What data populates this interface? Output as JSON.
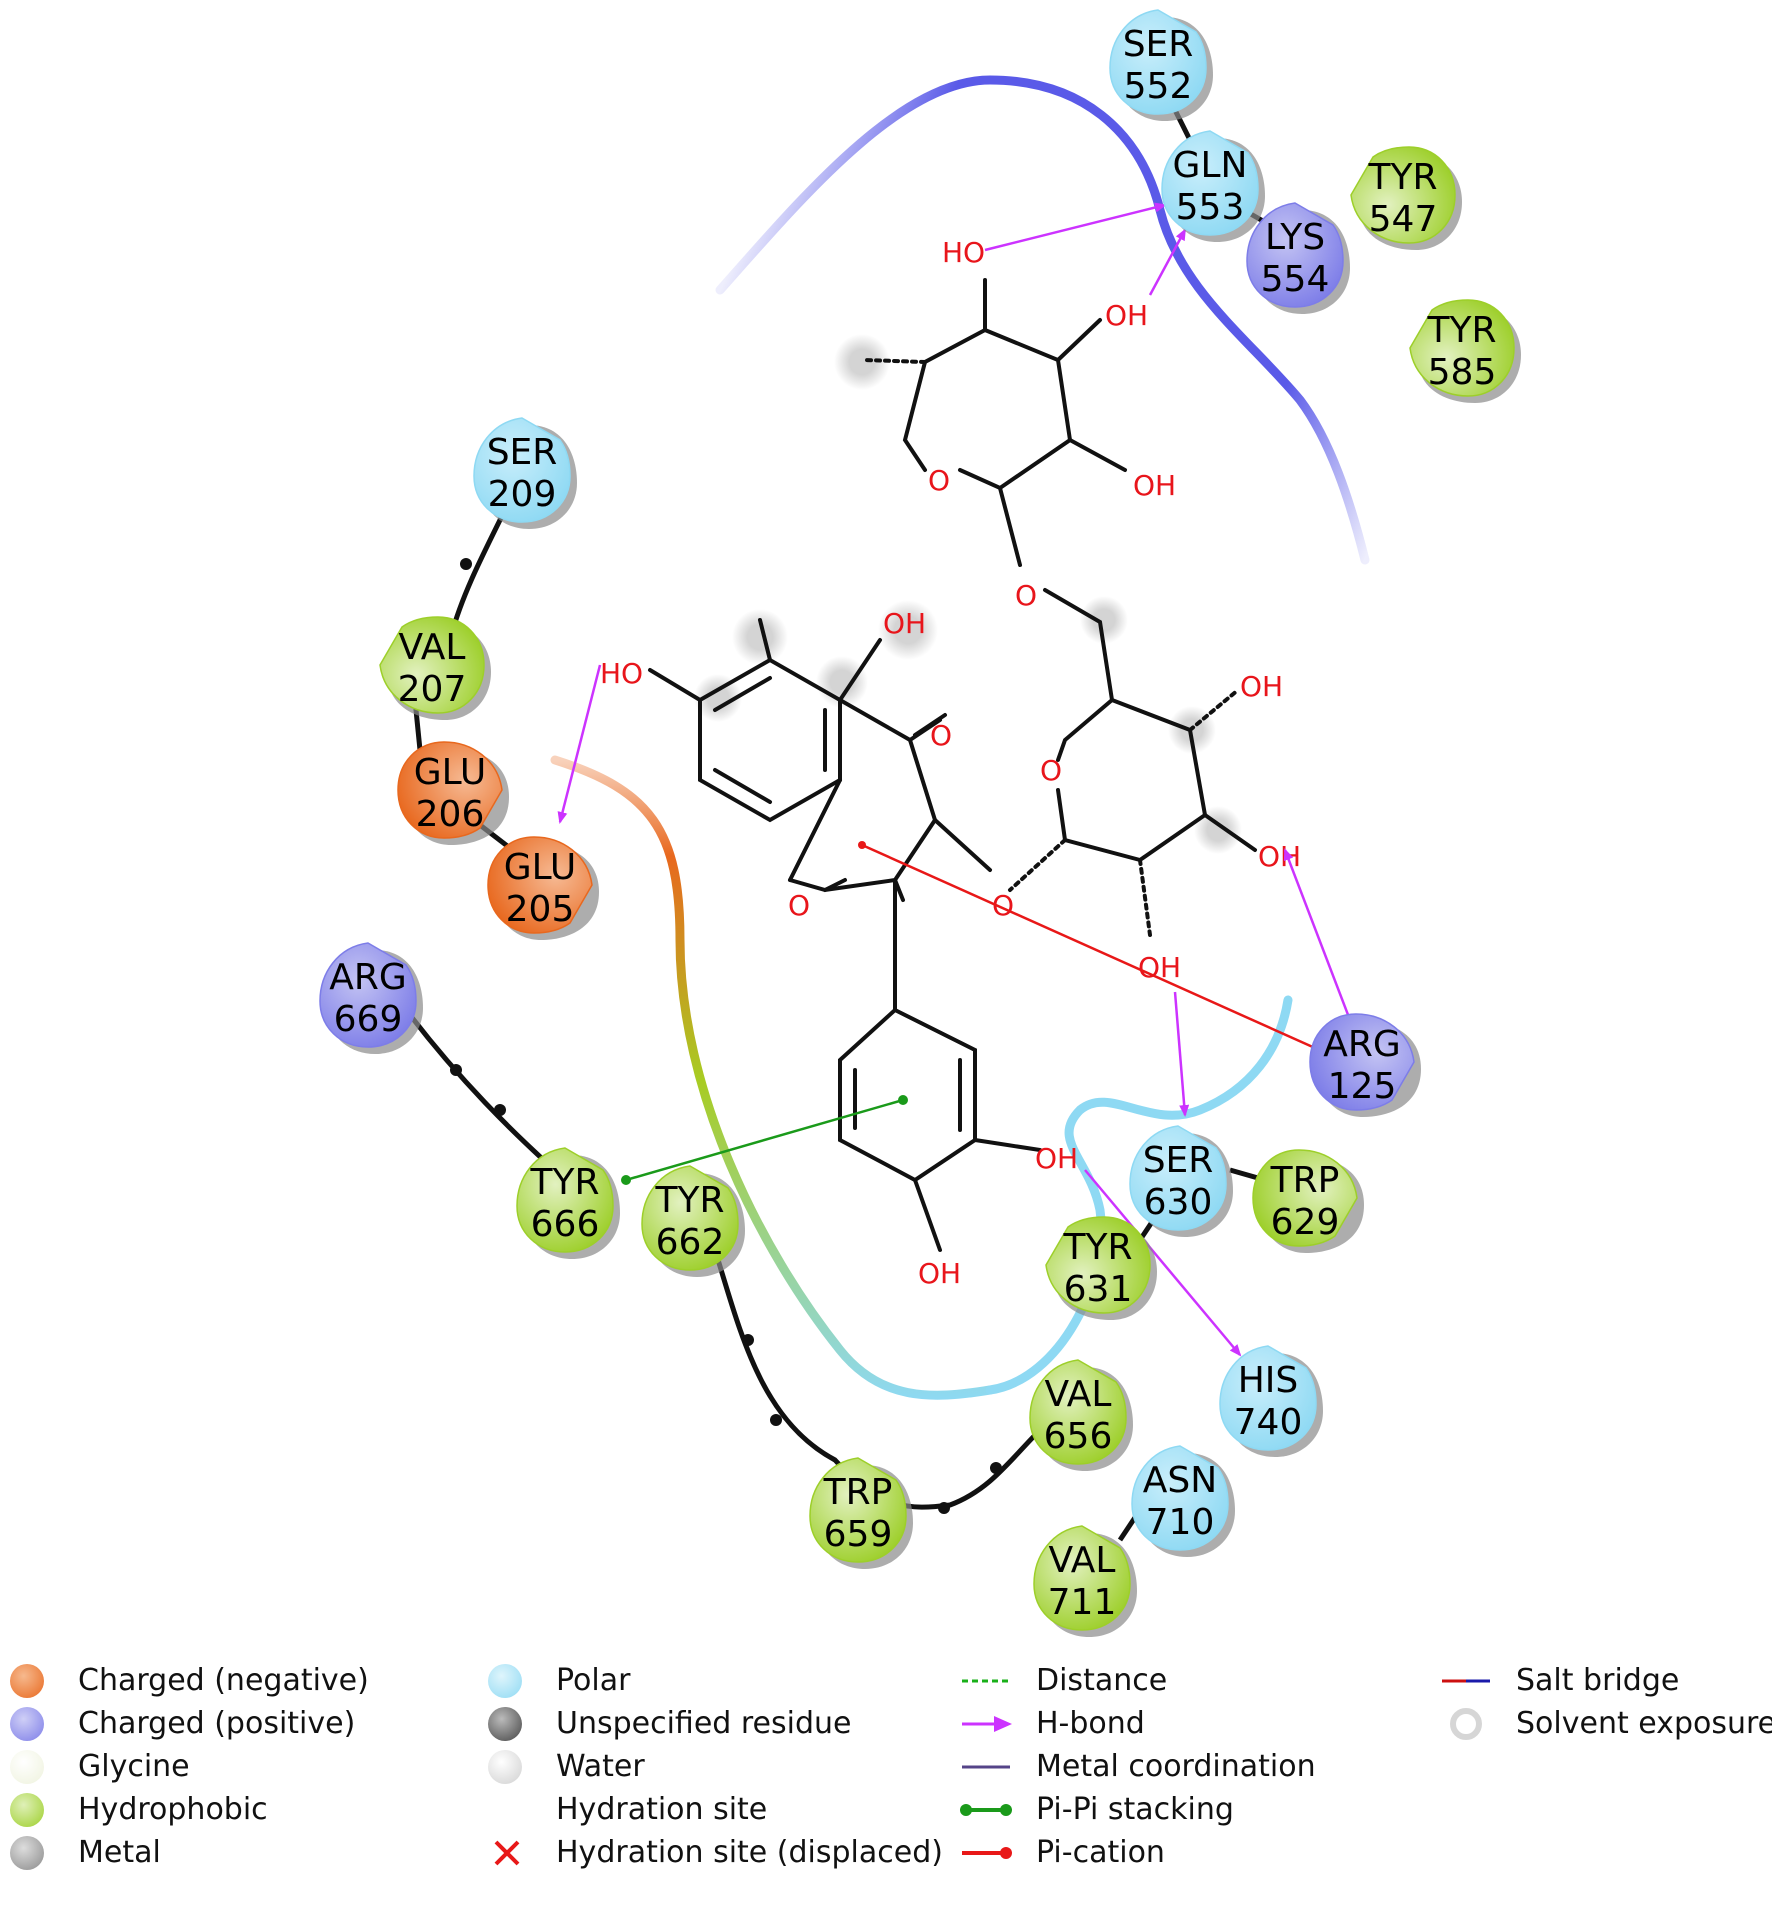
{
  "colors": {
    "charged_negative": "#e8681e",
    "charged_positive": "#7d7de8",
    "glycine": "#f2f5e4",
    "hydrophobic": "#9dcf2a",
    "metal": "#9a9a9a",
    "polar": "#8ed9f3",
    "unspecified": "#666666",
    "water": "#dcdcdc",
    "hbond": "#cc33ff",
    "pi_pi": "#1a9a1a",
    "pi_cation": "#e81818",
    "salt_bridge_red": "#cc1010",
    "salt_bridge_blue": "#1a1aaa",
    "atom_red": "#e8151b"
  },
  "residues": [
    {
      "id": "ser552",
      "name": "SER",
      "num": "552",
      "type": "polar"
    },
    {
      "id": "gln553",
      "name": "GLN",
      "num": "553",
      "type": "polar"
    },
    {
      "id": "lys554",
      "name": "LYS",
      "num": "554",
      "type": "charged_positive"
    },
    {
      "id": "tyr547",
      "name": "TYR",
      "num": "547",
      "type": "hydrophobic"
    },
    {
      "id": "tyr585",
      "name": "TYR",
      "num": "585",
      "type": "hydrophobic"
    },
    {
      "id": "ser209",
      "name": "SER",
      "num": "209",
      "type": "polar"
    },
    {
      "id": "val207",
      "name": "VAL",
      "num": "207",
      "type": "hydrophobic"
    },
    {
      "id": "glu206",
      "name": "GLU",
      "num": "206",
      "type": "charged_negative"
    },
    {
      "id": "glu205",
      "name": "GLU",
      "num": "205",
      "type": "charged_negative"
    },
    {
      "id": "arg669",
      "name": "ARG",
      "num": "669",
      "type": "charged_positive"
    },
    {
      "id": "tyr666",
      "name": "TYR",
      "num": "666",
      "type": "hydrophobic"
    },
    {
      "id": "tyr662",
      "name": "TYR",
      "num": "662",
      "type": "hydrophobic"
    },
    {
      "id": "arg125",
      "name": "ARG",
      "num": "125",
      "type": "charged_positive"
    },
    {
      "id": "ser630",
      "name": "SER",
      "num": "630",
      "type": "polar"
    },
    {
      "id": "trp629",
      "name": "TRP",
      "num": "629",
      "type": "hydrophobic"
    },
    {
      "id": "tyr631",
      "name": "TYR",
      "num": "631",
      "type": "hydrophobic"
    },
    {
      "id": "his740",
      "name": "HIS",
      "num": "740",
      "type": "polar"
    },
    {
      "id": "val656",
      "name": "VAL",
      "num": "656",
      "type": "hydrophobic"
    },
    {
      "id": "asn710",
      "name": "ASN",
      "num": "710",
      "type": "polar"
    },
    {
      "id": "val711",
      "name": "VAL",
      "num": "711",
      "type": "hydrophobic"
    },
    {
      "id": "trp659",
      "name": "TRP",
      "num": "659",
      "type": "hydrophobic"
    }
  ],
  "atoms": {
    "ho_1": "HO",
    "oh_1": "OH",
    "oh_2": "OH",
    "o_ring_1": "O",
    "o_link_1": "O",
    "oh_3": "OH",
    "oh_4": "OH",
    "o_ring_2": "O",
    "oh_5": "OH",
    "ho_2": "HO",
    "o_keto": "O",
    "o_ring_3": "O",
    "o_link_2": "O",
    "oh_6": "OH",
    "oh_7": "OH",
    "oh_8": "OH"
  },
  "legend": {
    "col1": [
      "Charged (negative)",
      "Charged (positive)",
      "Glycine",
      "Hydrophobic",
      "Metal"
    ],
    "col2": [
      "Polar",
      "Unspecified residue",
      "Water",
      "Hydration site",
      "Hydration site (displaced)"
    ],
    "col3": [
      "Distance",
      "H-bond",
      "Metal coordination",
      "Pi-Pi stacking",
      "Pi-cation"
    ],
    "col4": [
      "Salt bridge",
      "Solvent exposure"
    ]
  }
}
